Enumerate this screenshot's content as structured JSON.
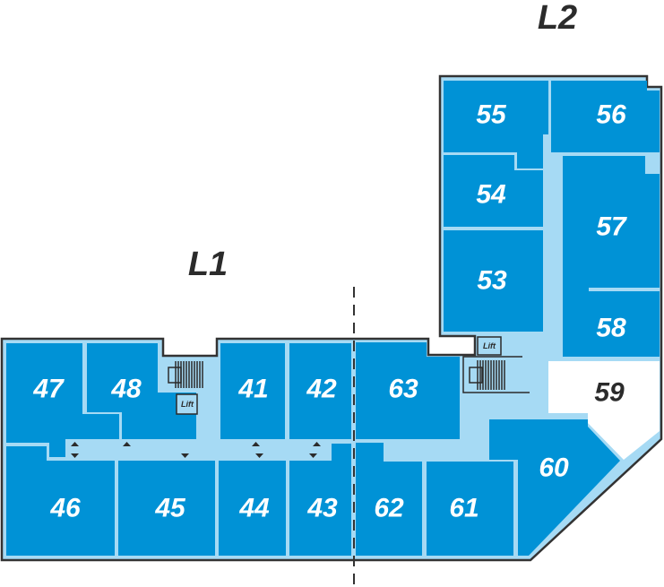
{
  "levels": {
    "l1": "L1",
    "l2": "L2"
  },
  "lift_label": "Lift",
  "colors": {
    "room": "#0092d6",
    "corridor": "#a6daf4",
    "outline": "#333333",
    "unavailable": "#ffffff"
  },
  "rooms": {
    "r41": "41",
    "r42": "42",
    "r43": "43",
    "r44": "44",
    "r45": "45",
    "r46": "46",
    "r47": "47",
    "r48": "48",
    "r53": "53",
    "r54": "54",
    "r55": "55",
    "r56": "56",
    "r57": "57",
    "r58": "58",
    "r59": "59",
    "r60": "60",
    "r61": "61",
    "r62": "62",
    "r63": "63"
  }
}
